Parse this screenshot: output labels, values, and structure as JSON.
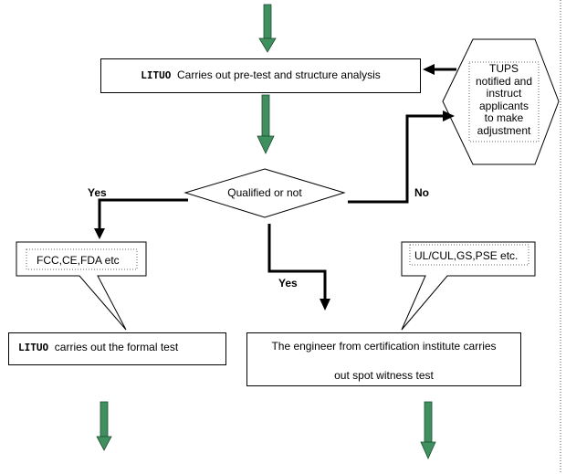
{
  "nodes": {
    "pretest": {
      "brand": "LITUO",
      "text": "Carries out pre-test and structure analysis"
    },
    "decision": {
      "text": "Qualified or not"
    },
    "tups": {
      "lines": [
        "TUPS",
        "notified and",
        "instruct",
        "applicants",
        "to make",
        "adjustment"
      ]
    },
    "fcc_callout": {
      "text": "FCC,CE,FDA etc"
    },
    "ul_callout": {
      "text": "UL/CUL,GS,PSE etc."
    },
    "formal_test": {
      "brand": "LITUO",
      "text": "carries out the formal test"
    },
    "spot_test": {
      "line1": "The engineer from certification institute carries",
      "line2": "out spot witness test"
    }
  },
  "edge_labels": {
    "yes_left": "Yes",
    "yes_middle": "Yes",
    "no_right": "No"
  },
  "colors": {
    "green_arrow": "#3f8f5f",
    "line": "#000000"
  }
}
